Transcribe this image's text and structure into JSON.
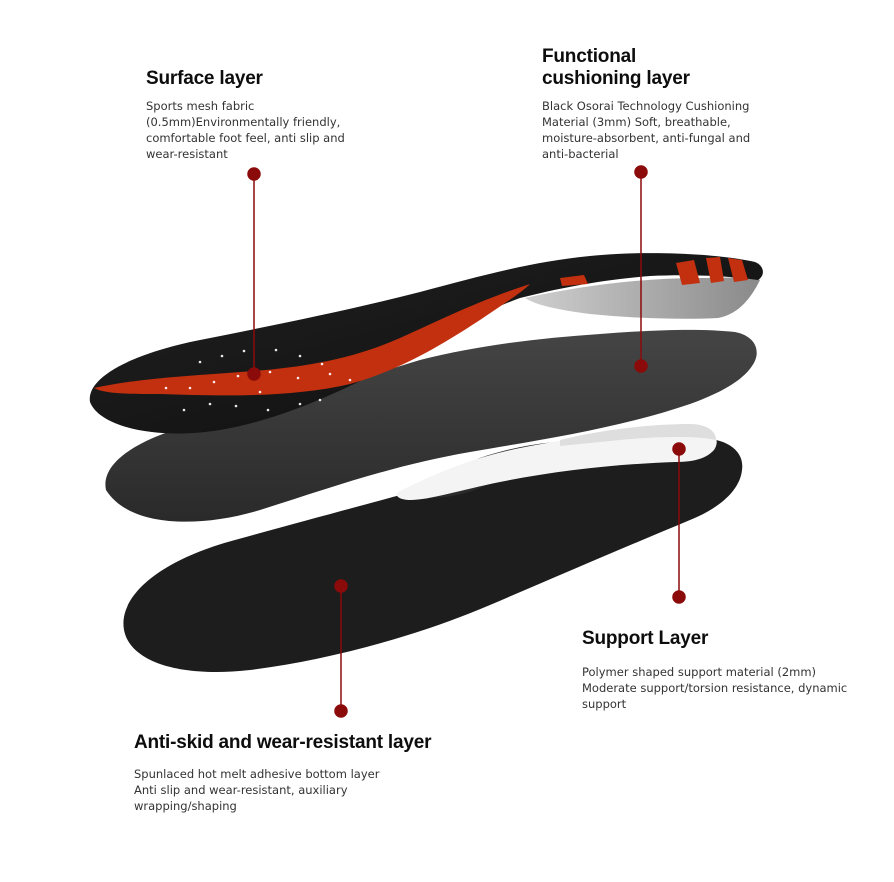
{
  "labels": {
    "surface": {
      "title": "Surface layer",
      "desc": "Sports mesh fabric\n(0.5mm)Environmentally friendly,\ncomfortable foot feel, anti slip and\nwear-resistant"
    },
    "cushion": {
      "title": "Functional\ncushioning layer",
      "desc": "Black Osorai Technology Cushioning\nMaterial (3mm) Soft, breathable,\nmoisture-absorbent, anti-fungal and\nanti-bacterial"
    },
    "support": {
      "title": "Support Layer",
      "desc": "Polymer shaped support material (2mm)\nModerate support/torsion resistance, dynamic\nsupport"
    },
    "antiskid": {
      "title": "Anti-skid and wear-resistant layer",
      "desc": "Spunlaced hot melt adhesive bottom layer\nAnti slip and wear-resistant, auxiliary\nwrapping/shaping"
    }
  },
  "colors": {
    "pointer": "#8b0a0a",
    "accent_orange": "#c2300f",
    "layer_black": "#1a1a1a",
    "layer_gray": "#3a3a3a"
  }
}
